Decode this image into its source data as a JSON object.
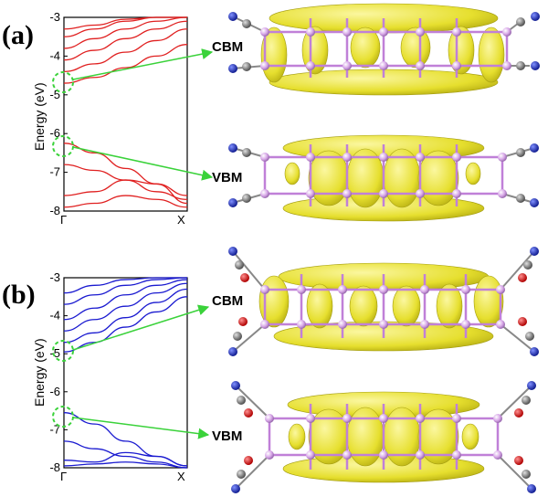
{
  "panels": [
    {
      "label": "(a)",
      "axis": {
        "ylabel": "Energy (eV)",
        "yticks": [
          "-3",
          "-4",
          "-5",
          "-6",
          "-7",
          "-8"
        ],
        "xticks": [
          "Γ",
          "X"
        ]
      },
      "band_color": "#e02020",
      "cbm_label": "CBM",
      "vbm_label": "VBM"
    },
    {
      "label": "(b)",
      "axis": {
        "ylabel": "Energy (eV)",
        "yticks": [
          "-3",
          "-4",
          "-5",
          "-6",
          "-7",
          "-8"
        ],
        "xticks": [
          "Γ",
          "X"
        ]
      },
      "band_color": "#1a1ad0",
      "cbm_label": "CBM",
      "vbm_label": "VBM"
    }
  ],
  "colors": {
    "arrow": "#3ad23a",
    "isosurface": "#e8e23a",
    "atom_main": "#d8a8e8",
    "atom_c": "#808080",
    "atom_n": "#2030c0",
    "atom_o": "#e01010"
  },
  "chart_data": [
    {
      "type": "line",
      "title": "",
      "xlabel": "",
      "ylabel": "Energy (eV)",
      "x_ticks": [
        "Γ",
        "X"
      ],
      "ylim": [
        -8,
        -3
      ],
      "x": [
        0,
        0.25,
        0.5,
        0.75,
        1.0
      ],
      "series": [
        {
          "values": [
            -4.7,
            -4.55,
            -4.3,
            -4.0,
            -3.7
          ]
        },
        {
          "values": [
            -4.4,
            -4.2,
            -3.9,
            -3.6,
            -3.3
          ]
        },
        {
          "values": [
            -4.1,
            -3.85,
            -3.55,
            -3.3,
            -3.1
          ]
        },
        {
          "values": [
            -3.8,
            -3.55,
            -3.3,
            -3.1,
            -3.0
          ]
        },
        {
          "values": [
            -3.5,
            -3.3,
            -3.1,
            -3.0,
            -3.0
          ]
        },
        {
          "values": [
            -3.3,
            -3.2,
            -3.05,
            -3.0,
            -3.0
          ]
        },
        {
          "values": [
            -6.25,
            -6.5,
            -6.9,
            -7.3,
            -7.6
          ]
        },
        {
          "values": [
            -6.8,
            -6.95,
            -7.2,
            -7.5,
            -7.7
          ]
        },
        {
          "values": [
            -7.6,
            -7.5,
            -7.2,
            -7.3,
            -7.8
          ]
        },
        {
          "values": [
            -7.9,
            -7.8,
            -7.6,
            -7.7,
            -7.9
          ]
        }
      ]
    },
    {
      "type": "line",
      "title": "",
      "xlabel": "",
      "ylabel": "Energy (eV)",
      "x_ticks": [
        "Γ",
        "X"
      ],
      "ylim": [
        -8,
        -3
      ],
      "x": [
        0,
        0.25,
        0.5,
        0.75,
        1.0
      ],
      "series": [
        {
          "values": [
            -4.95,
            -4.7,
            -4.3,
            -3.9,
            -3.5
          ]
        },
        {
          "values": [
            -4.7,
            -4.45,
            -4.05,
            -3.65,
            -3.3
          ]
        },
        {
          "values": [
            -4.4,
            -4.1,
            -3.75,
            -3.4,
            -3.15
          ]
        },
        {
          "values": [
            -4.1,
            -3.8,
            -3.45,
            -3.2,
            -3.05
          ]
        },
        {
          "values": [
            -3.7,
            -3.45,
            -3.2,
            -3.05,
            -3.0
          ]
        },
        {
          "values": [
            -3.4,
            -3.2,
            -3.05,
            -3.0,
            -3.0
          ]
        },
        {
          "values": [
            -6.55,
            -6.85,
            -7.3,
            -7.7,
            -7.95
          ]
        },
        {
          "values": [
            -7.3,
            -7.5,
            -7.7,
            -7.85,
            -8.0
          ]
        },
        {
          "values": [
            -7.8,
            -7.85,
            -7.6,
            -7.7,
            -7.95
          ]
        },
        {
          "values": [
            -7.95,
            -7.9,
            -7.85,
            -7.9,
            -8.0
          ]
        }
      ]
    }
  ]
}
